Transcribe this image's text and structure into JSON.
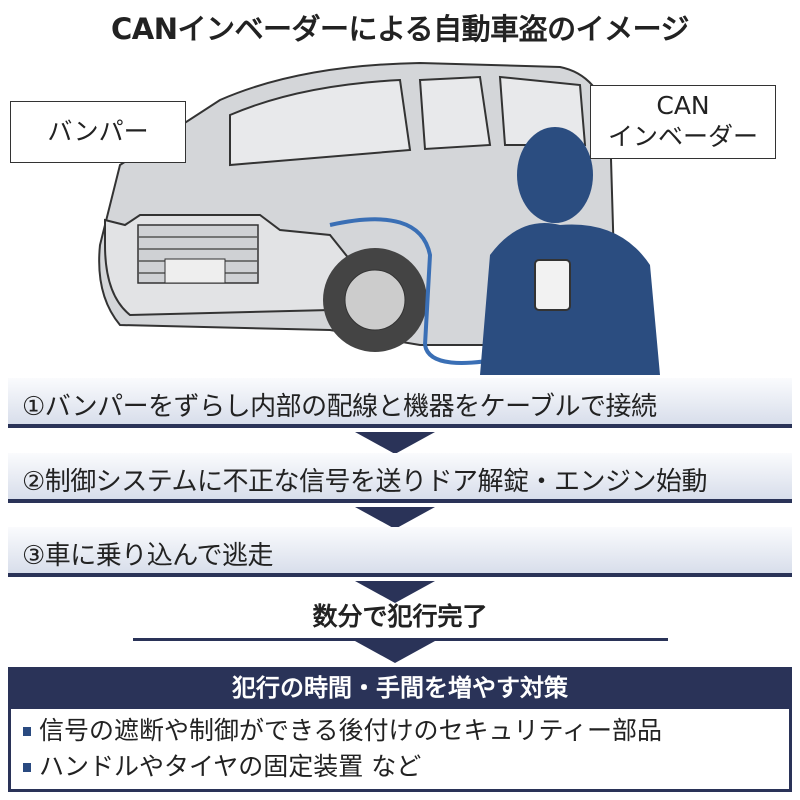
{
  "title": "CANインベーダーによる自動車盗のイメージ",
  "labels": {
    "bumper": "バンパー",
    "inverter_line1": "CAN",
    "inverter_line2": "インベーダー"
  },
  "steps": [
    "①バンパーをずらし内部の配線と機器をケーブルで接続",
    "②制御システムに不正な信号を送りドア解錠・エンジン始動",
    "③車に乗り込んで逃走"
  ],
  "result": "数分で犯行完了",
  "measures": {
    "heading": "犯行の時間・手間を増やす対策",
    "items": [
      "信号の遮断や制御ができる後付けのセキュリティー部品",
      "ハンドルやタイヤの固定装置 など"
    ]
  },
  "colors": {
    "navy": "#2a3358",
    "figure": "#2b4d80",
    "cable": "#3a6fb5",
    "car": "#d4d6d9"
  }
}
